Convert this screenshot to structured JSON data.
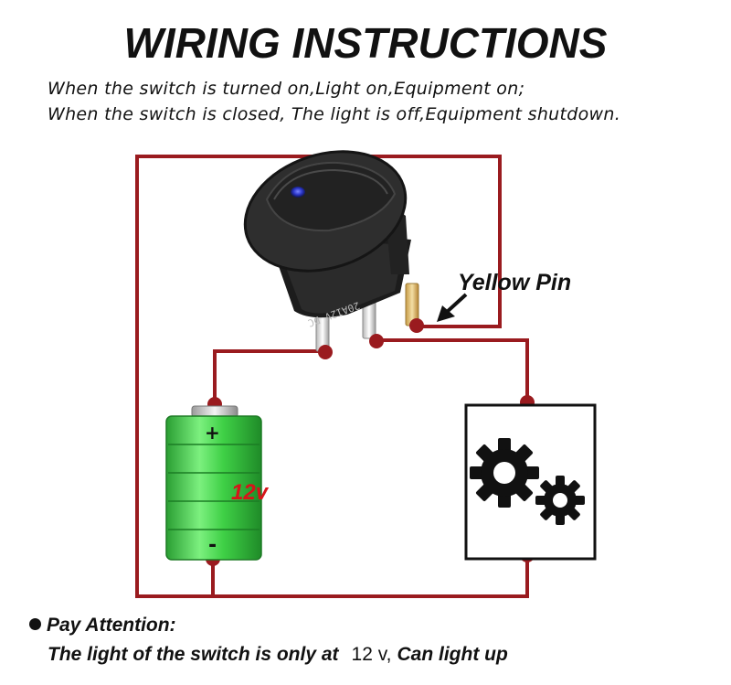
{
  "title": "WIRING INSTRUCTIONS",
  "description": {
    "line1": "When the switch is turned on,Light on,Equipment on;",
    "line2": "When the switch is closed, The light is off,Equipment shutdown."
  },
  "diagram": {
    "pin_label": "Yellow Pin",
    "switch_marking": "20A12V DC",
    "battery": {
      "plus": "+",
      "minus": "-",
      "voltage": "12v"
    },
    "load_icon": "gears-icon",
    "wire_color": "#9a1b1f",
    "battery_color": "#3fd046",
    "voltage_color": "#d7141a"
  },
  "notice": {
    "heading": "Pay Attention:",
    "text_before": "The light of the switch is only at",
    "voltage": "12 v,",
    "text_after": "Can light up"
  }
}
